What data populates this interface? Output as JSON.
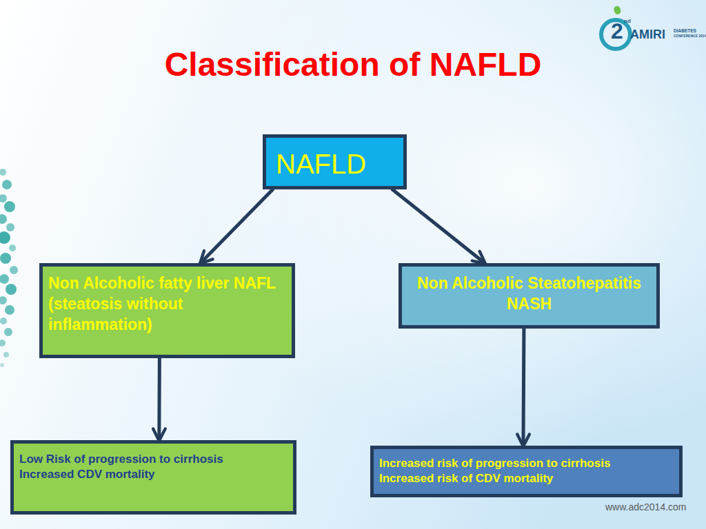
{
  "diagram": {
    "title": "Classification of NAFLD",
    "nodes": [
      {
        "text": [
          "NAFLD"
        ]
      },
      {
        "text": [
          "Non Alcoholic fatty liver NAFL (steatosis without inflammation)"
        ]
      },
      {
        "text": [
          "Non Alcoholic Steatohepatitis NASH"
        ]
      },
      {
        "text": [
          "Low Risk of progression to cirrhosis",
          "Increased CDV mortality"
        ]
      },
      {
        "text": [
          "Increased risk of progression to cirrhosis",
          "Increased risk of CDV mortality"
        ]
      }
    ],
    "edges": [
      {
        "from": 0,
        "to": 1,
        "arrow": "to"
      },
      {
        "from": 0,
        "to": 2,
        "arrow": "to"
      },
      {
        "from": 1,
        "to": 3,
        "arrow": "to"
      },
      {
        "from": 2,
        "to": 4,
        "arrow": "to"
      }
    ],
    "labels": [
      "2",
      "nd",
      "AMIRI",
      "DIABETES",
      "CONFERENCE 2014",
      "www.adc2014.com"
    ]
  }
}
